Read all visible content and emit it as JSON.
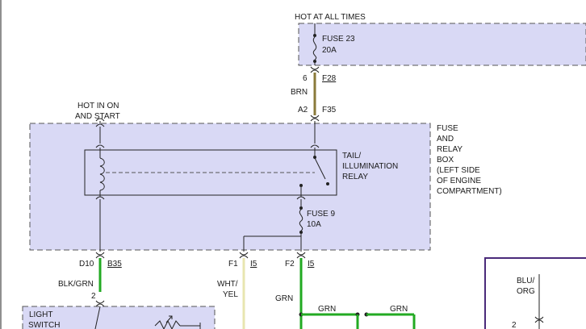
{
  "header": {
    "hot_at_all_times": "HOT AT ALL TIMES"
  },
  "fuse23": {
    "name": "FUSE 23",
    "rating": "20A"
  },
  "connector_top": {
    "pin": "6",
    "code": "F28"
  },
  "wire_brn": "BRN",
  "connector_box_top": {
    "left": "A2",
    "right": "F35"
  },
  "hot_in_on": [
    "HOT IN ON",
    "AND START"
  ],
  "relay": [
    "TAIL/",
    "ILLUMINATION",
    "RELAY"
  ],
  "fuse_box": [
    "FUSE",
    "AND",
    "RELAY",
    "BOX",
    "(LEFT SIDE",
    "OF ENGINE",
    "COMPARTMENT)"
  ],
  "fuse9": {
    "name": "FUSE 9",
    "rating": "10A"
  },
  "connector_d10": {
    "pin": "D10",
    "code": "B35"
  },
  "connector_f1": {
    "pin": "F1",
    "code": "I5"
  },
  "connector_f2": {
    "pin": "F2",
    "code": "I5"
  },
  "wire_blk_grn": "BLK/GRN",
  "pin_2": "2",
  "wire_wht_yel": [
    "WHT/",
    "YEL"
  ],
  "wire_grn": "GRN",
  "splice_grn_left": "GRN",
  "splice_grn_right": "GRN",
  "light_switch": [
    "LIGHT",
    "SWITCH"
  ],
  "right_box": {
    "wire": [
      "BLU/",
      "ORG"
    ],
    "pin": "2"
  },
  "colors": {
    "box_fill": "#d9d9f5",
    "dash": "#555555",
    "brn_wire": "#8a7a3a",
    "grn_wire": "#22aa22",
    "wht_yel_wire": "#e8e6b0",
    "purple_box": "#4a2a7a"
  }
}
